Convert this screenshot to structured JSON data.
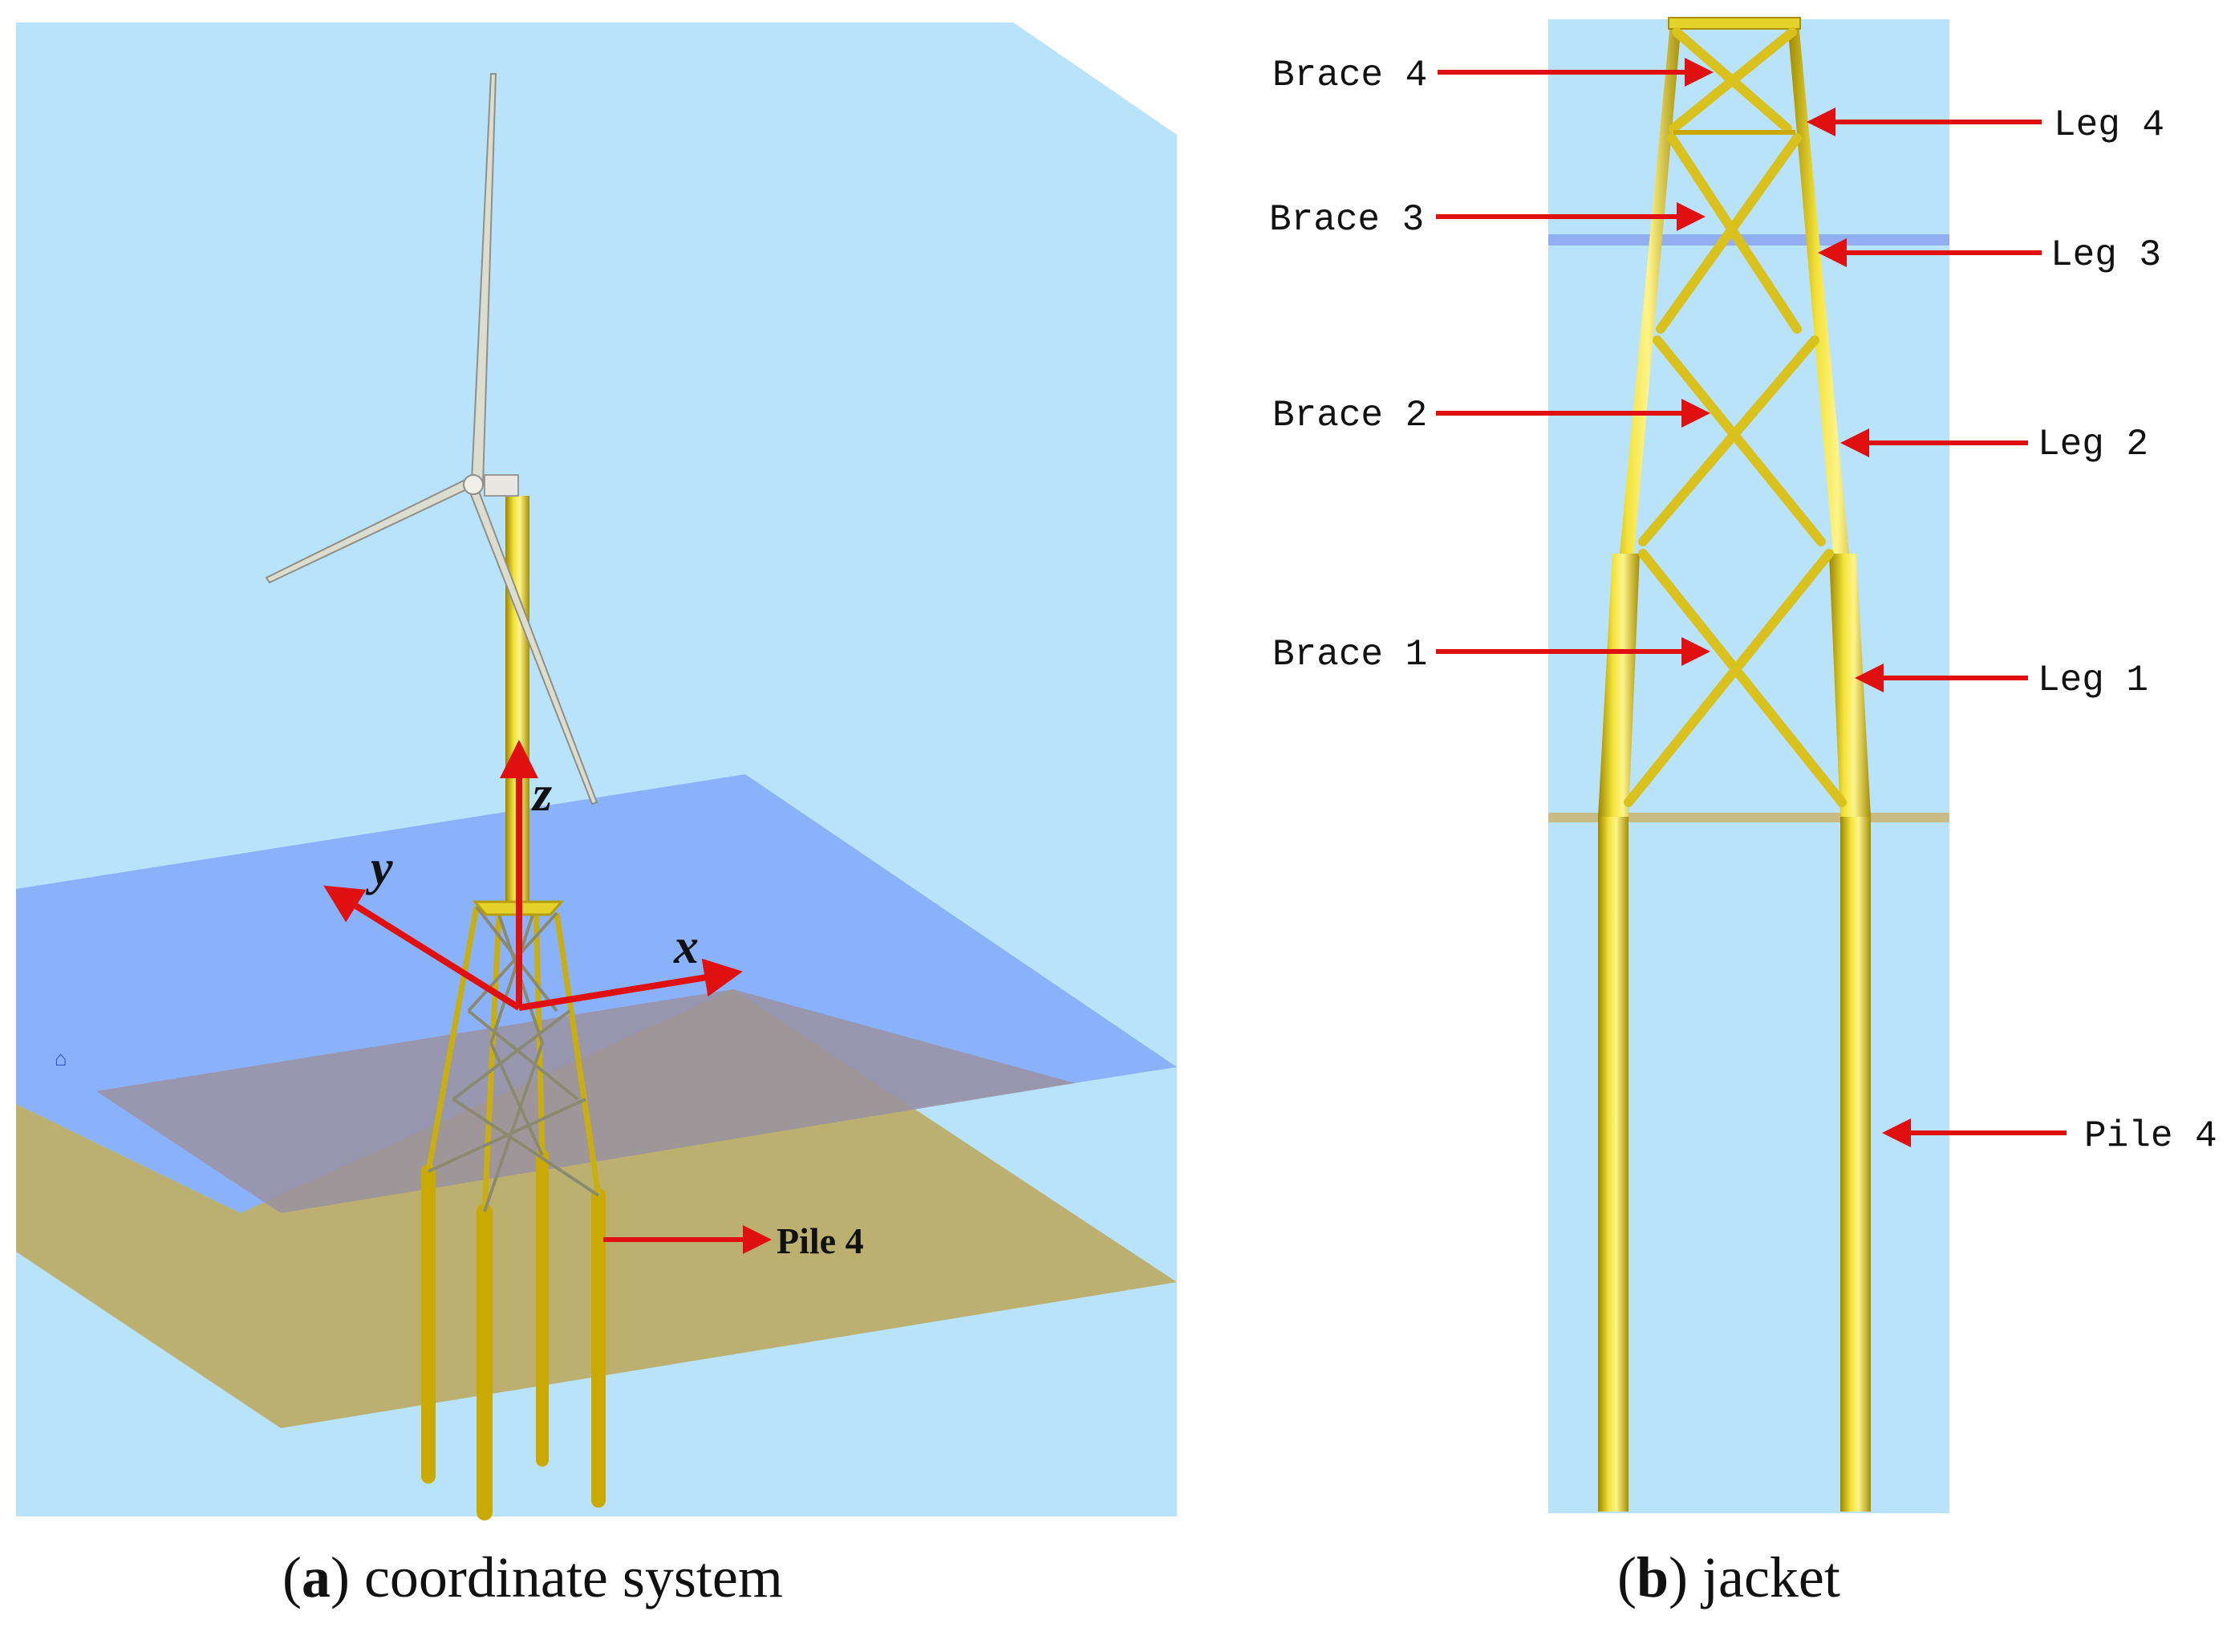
{
  "colors": {
    "sky": "#b9e2fb",
    "water": "#8ab2fb",
    "seabed": "#bcb071",
    "overlap": "#9a92a1",
    "steel": "#e6d32a",
    "steel_dark": "#b59e09",
    "arrow": "#e01010",
    "blade": "#d8d8cc"
  },
  "panel_a": {
    "axes": {
      "x": "x",
      "y": "y",
      "z": "z"
    },
    "pile_label": "Pile 4",
    "caption": {
      "letter": "a",
      "text": "coordinate system"
    }
  },
  "panel_b": {
    "labels": {
      "brace4": "Brace 4",
      "brace3": "Brace 3",
      "brace2": "Brace 2",
      "brace1": "Brace 1",
      "leg4": "Leg 4",
      "leg3": "Leg 3",
      "leg2": "Leg 2",
      "leg1": "Leg 1",
      "pile4": "Pile 4"
    },
    "caption": {
      "letter": "b",
      "text": "jacket"
    }
  }
}
